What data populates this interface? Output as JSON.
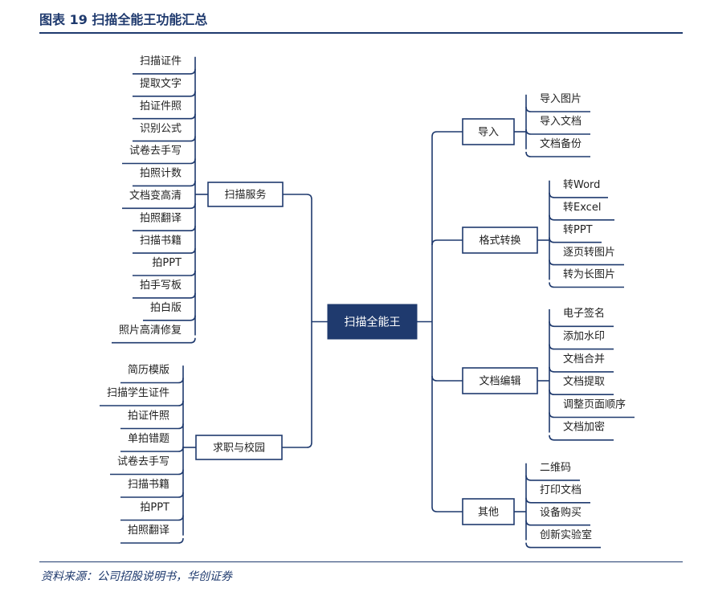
{
  "figure": {
    "title": "图表 19   扫描全能王功能汇总",
    "source": "资料来源：公司招股说明书，华创证券"
  },
  "root": "扫描全能王",
  "left_branches": [
    {
      "label": "扫描服务",
      "items": [
        "扫描证件",
        "提取文字",
        "拍证件照",
        "识别公式",
        "试卷去手写",
        "拍照计数",
        "文档变高清",
        "拍照翻译",
        "扫描书籍",
        "拍PPT",
        "拍手写板",
        "拍白版",
        "照片高清修复"
      ]
    },
    {
      "label": "求职与校园",
      "items": [
        "简历模版",
        "扫描学生证件",
        "拍证件照",
        "单拍错题",
        "试卷去手写",
        "扫描书籍",
        "拍PPT",
        "拍照翻译"
      ]
    }
  ],
  "right_branches": [
    {
      "label": "导入",
      "items": [
        "导入图片",
        "导入文档",
        "文档备份"
      ]
    },
    {
      "label": "格式转换",
      "items": [
        "转Word",
        "转Excel",
        "转PPT",
        "逐页转图片",
        "转为长图片"
      ]
    },
    {
      "label": "文档编辑",
      "items": [
        "电子签名",
        "添加水印",
        "文档合并",
        "文档提取",
        "调整页面顺序",
        "文档加密"
      ]
    },
    {
      "label": "其他",
      "items": [
        "二维码",
        "打印文档",
        "设备购买",
        "创新实验室"
      ]
    }
  ],
  "colors": {
    "navy": "#1f3a6e",
    "root_fill": "#1f3a6e",
    "line": "#1f3a6e"
  }
}
